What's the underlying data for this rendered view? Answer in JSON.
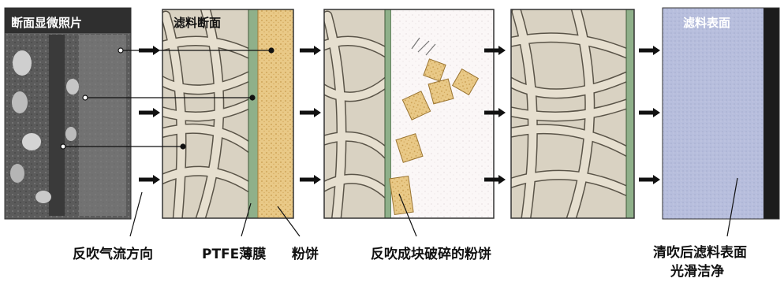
{
  "panels": {
    "micrograph_title": "断面显微照片",
    "filter_section_title": "滤料断面",
    "surface_title": "滤料表面"
  },
  "labels": {
    "airflow": "反吹气流方向",
    "ptfe": "PTFE薄膜",
    "cake": "粉饼",
    "broken_cake": "反吹成块破碎的粉饼",
    "clean_surface_line1": "清吹后滤料表面",
    "clean_surface_line2": "光滑洁净"
  },
  "colors": {
    "fiber": "#e6dfcf",
    "fiber_edge": "#5a5448",
    "membrane": "#8fb08a",
    "cake": "#e9c987",
    "surface": "#b9c0de",
    "photo": "#4a4a4a"
  }
}
